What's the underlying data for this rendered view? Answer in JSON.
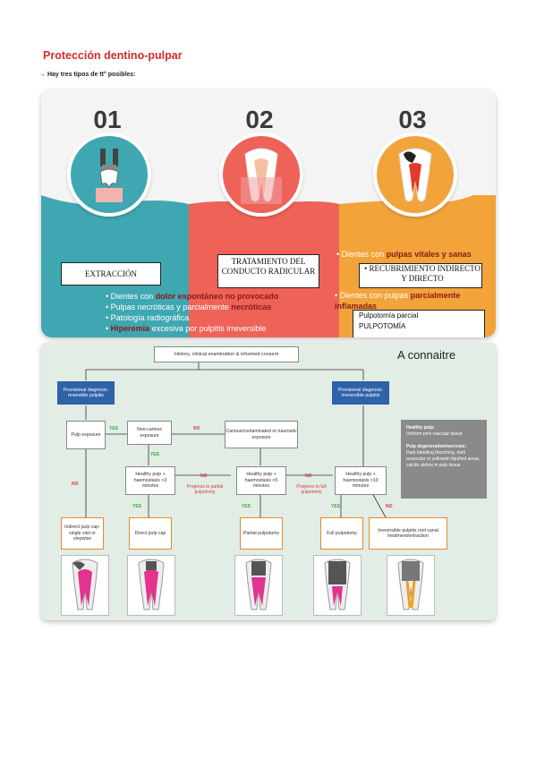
{
  "header": {
    "title": "Protección dentino-pulpar",
    "subtitle": "→ Hay tres tipos de tt° posibles:"
  },
  "panel1": {
    "columns": [
      {
        "number": "01",
        "color": "#3fa7b1",
        "box": "EXTRACCIÓN"
      },
      {
        "number": "02",
        "color": "#ee6257",
        "box": "TRATAMIENTO DEL CONDUCTO RADICULAR"
      },
      {
        "number": "03",
        "color": "#f2a33a",
        "box": "RECUBRIMIENTO INDIRECTO Y DIRECTO"
      }
    ],
    "bullets_left": [
      {
        "pre": "Dientes con ",
        "bold": "dolor espontáneo no provocado",
        "post": ""
      },
      {
        "pre": "Pulpas necróticas y parcialmente ",
        "bold": "necróticas",
        "post": ""
      },
      {
        "pre": "Patología radiográfica",
        "bold": "",
        "post": ""
      },
      {
        "pre": "",
        "bold": "Hiperemia",
        "post": " excesiva por pulpitis irreversible"
      }
    ],
    "bullets_right_1": {
      "pre": "Dientes con ",
      "bold": "pulpas vitales y sanas"
    },
    "bullets_right_2": {
      "pre": "Dientes con pulpas ",
      "bold": "parcialmente inflamadas"
    },
    "pulp_box_line1": "Pulpotomía parcial",
    "pulp_box_line2": "PULPOTOMÍA"
  },
  "panel2": {
    "annotation": "A connaitre",
    "top_box": "History, clinical examination & informed consent",
    "diag_left": "Provisional diagnosis: reversible pulpitis",
    "diag_right": "Provisional diagnosis: irreversible pulpitis",
    "pulp_exposure": "Pulp exposure",
    "non_carious": "Non-carious exposure",
    "carious": "Carious/contaminated or traumatic exposure",
    "healthy_3": "Healthy pulp + haemostasis <3 minutes",
    "healthy_5": "Healthy pulp + haemostasis <5 minutes",
    "healthy_10": "Healthy pulp + haemostasis <10 minutes",
    "progress_partial": "Progress to partial pulpotomy",
    "progress_full": "Progress to full pulpotomy",
    "out_indirect": "Indirect pulp cap-single visit or stepwise",
    "out_direct": "Direct pulp cap",
    "out_partial": "Partial pulpotomy",
    "out_full": "Full pulpotomy",
    "out_irreversible": "Irreversible pulpitis root canal treatment/extraction",
    "legend_healthy_title": "Healthy pulp:",
    "legend_healthy_text": "Uniform pink vascular tissue",
    "legend_degen_title": "Pulp degeneration/necrosis:",
    "legend_degen_text": "Dark bleeding blanching, dark avascular or yellowish liquified areas, calcific debris in pulp tissue",
    "yes": "YES",
    "no": "NO"
  }
}
